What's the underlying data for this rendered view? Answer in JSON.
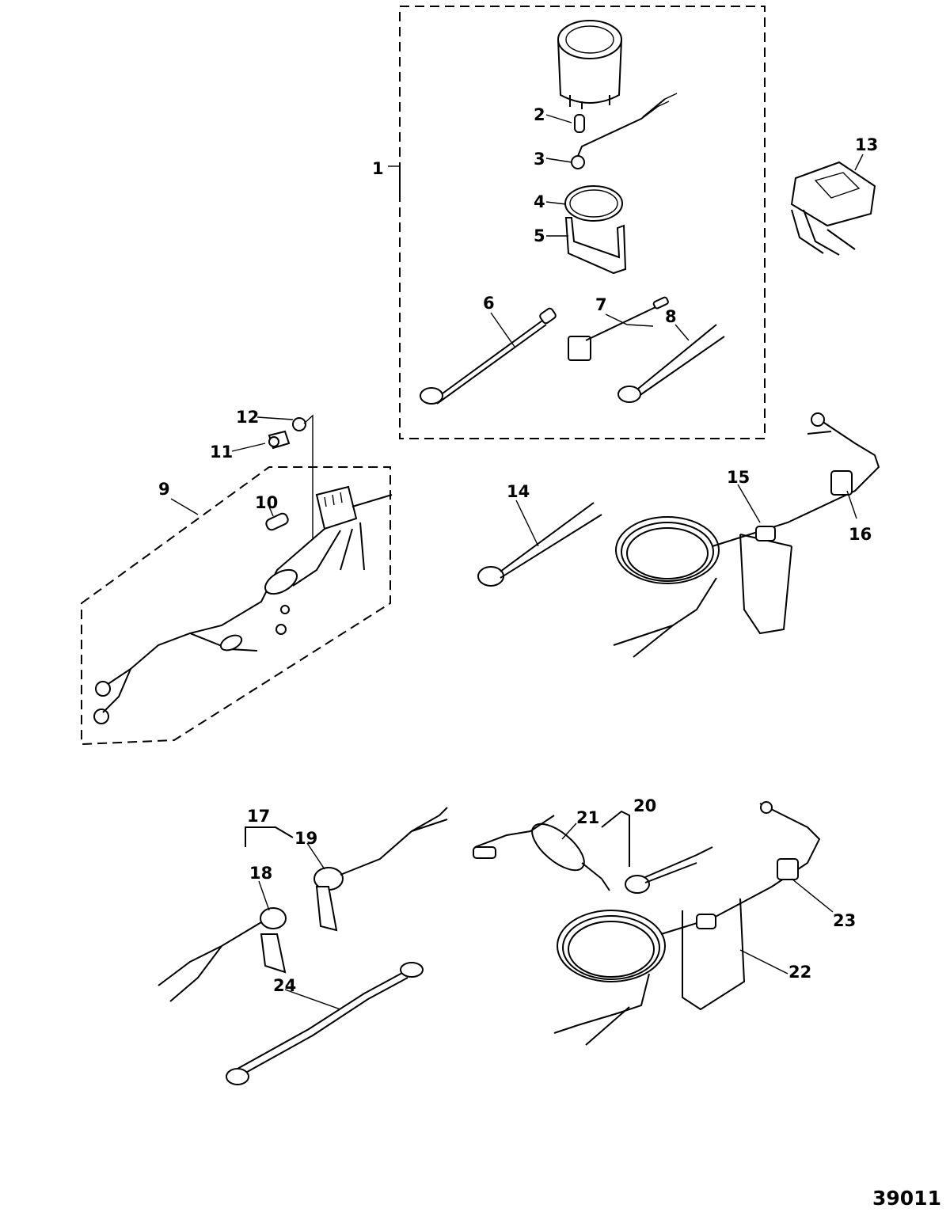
{
  "figure_number": "39011",
  "callouts": [
    "1",
    "2",
    "3",
    "4",
    "5",
    "6",
    "7",
    "8",
    "9",
    "10",
    "11",
    "12",
    "13",
    "14",
    "15",
    "16",
    "17",
    "18",
    "19",
    "20",
    "21",
    "22",
    "23",
    "24"
  ]
}
